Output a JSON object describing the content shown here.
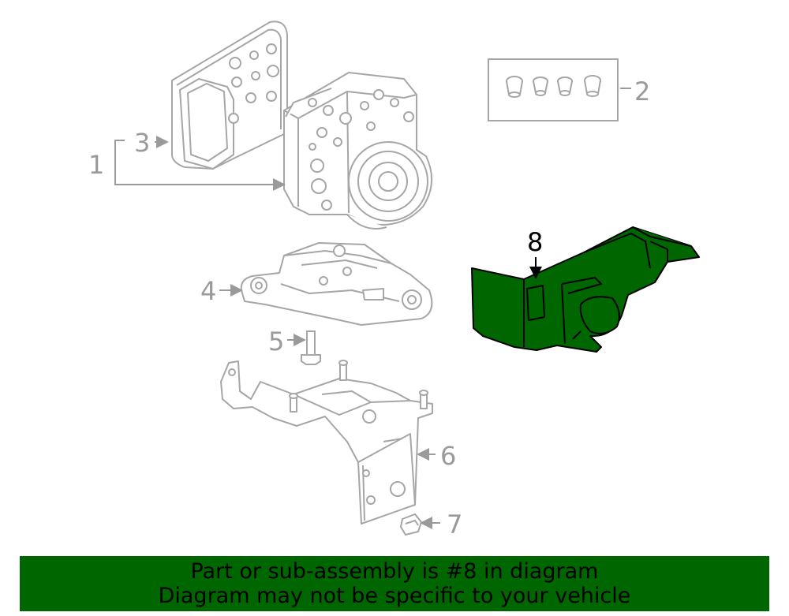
{
  "colors": {
    "highlight": "#006600",
    "banner_bg": "#006600",
    "part_line": "#a6a6a6",
    "callout_line": "#9a9a9a",
    "banner_text": "#000000",
    "highlight_outline": "#000000"
  },
  "callouts": {
    "c1": "1",
    "c2": "2",
    "c3": "3",
    "c4": "4",
    "c5": "5",
    "c6": "6",
    "c7": "7",
    "c8": "8"
  },
  "highlighted_part": "8",
  "banner": {
    "line1": "Part or sub-assembly is #8 in diagram",
    "line2": "Diagram may not be specific to your vehicle"
  }
}
